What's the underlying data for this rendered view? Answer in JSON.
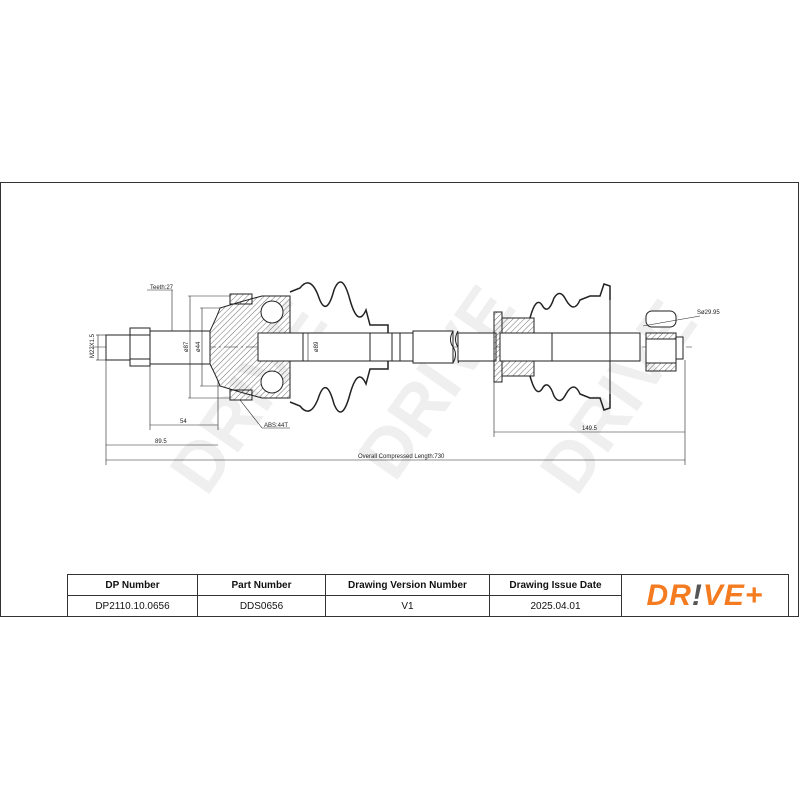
{
  "drawing": {
    "labels": {
      "teeth": "Teeth:27",
      "thread": "M22X1.5",
      "dia1": "ø87",
      "dia2": "ø44",
      "dia3": "ø89",
      "abs": "ABS:44T",
      "sphere": "Sø29.95",
      "dim_54": "54",
      "dim_89_5": "89.5",
      "dim_149_5": "149.5",
      "overall": "Overall  Compressed  Length:730"
    },
    "watermark": "DRIVE+"
  },
  "table": {
    "headers": [
      "DP Number",
      "Part Number",
      "Drawing Version Number",
      "Drawing Issue Date"
    ],
    "values": [
      "DP2110.10.0656",
      "DDS0656",
      "V1",
      "2025.04.01"
    ]
  },
  "logo": {
    "text": "DR!VE+",
    "color": "#f47b20",
    "accent": "#555555"
  }
}
